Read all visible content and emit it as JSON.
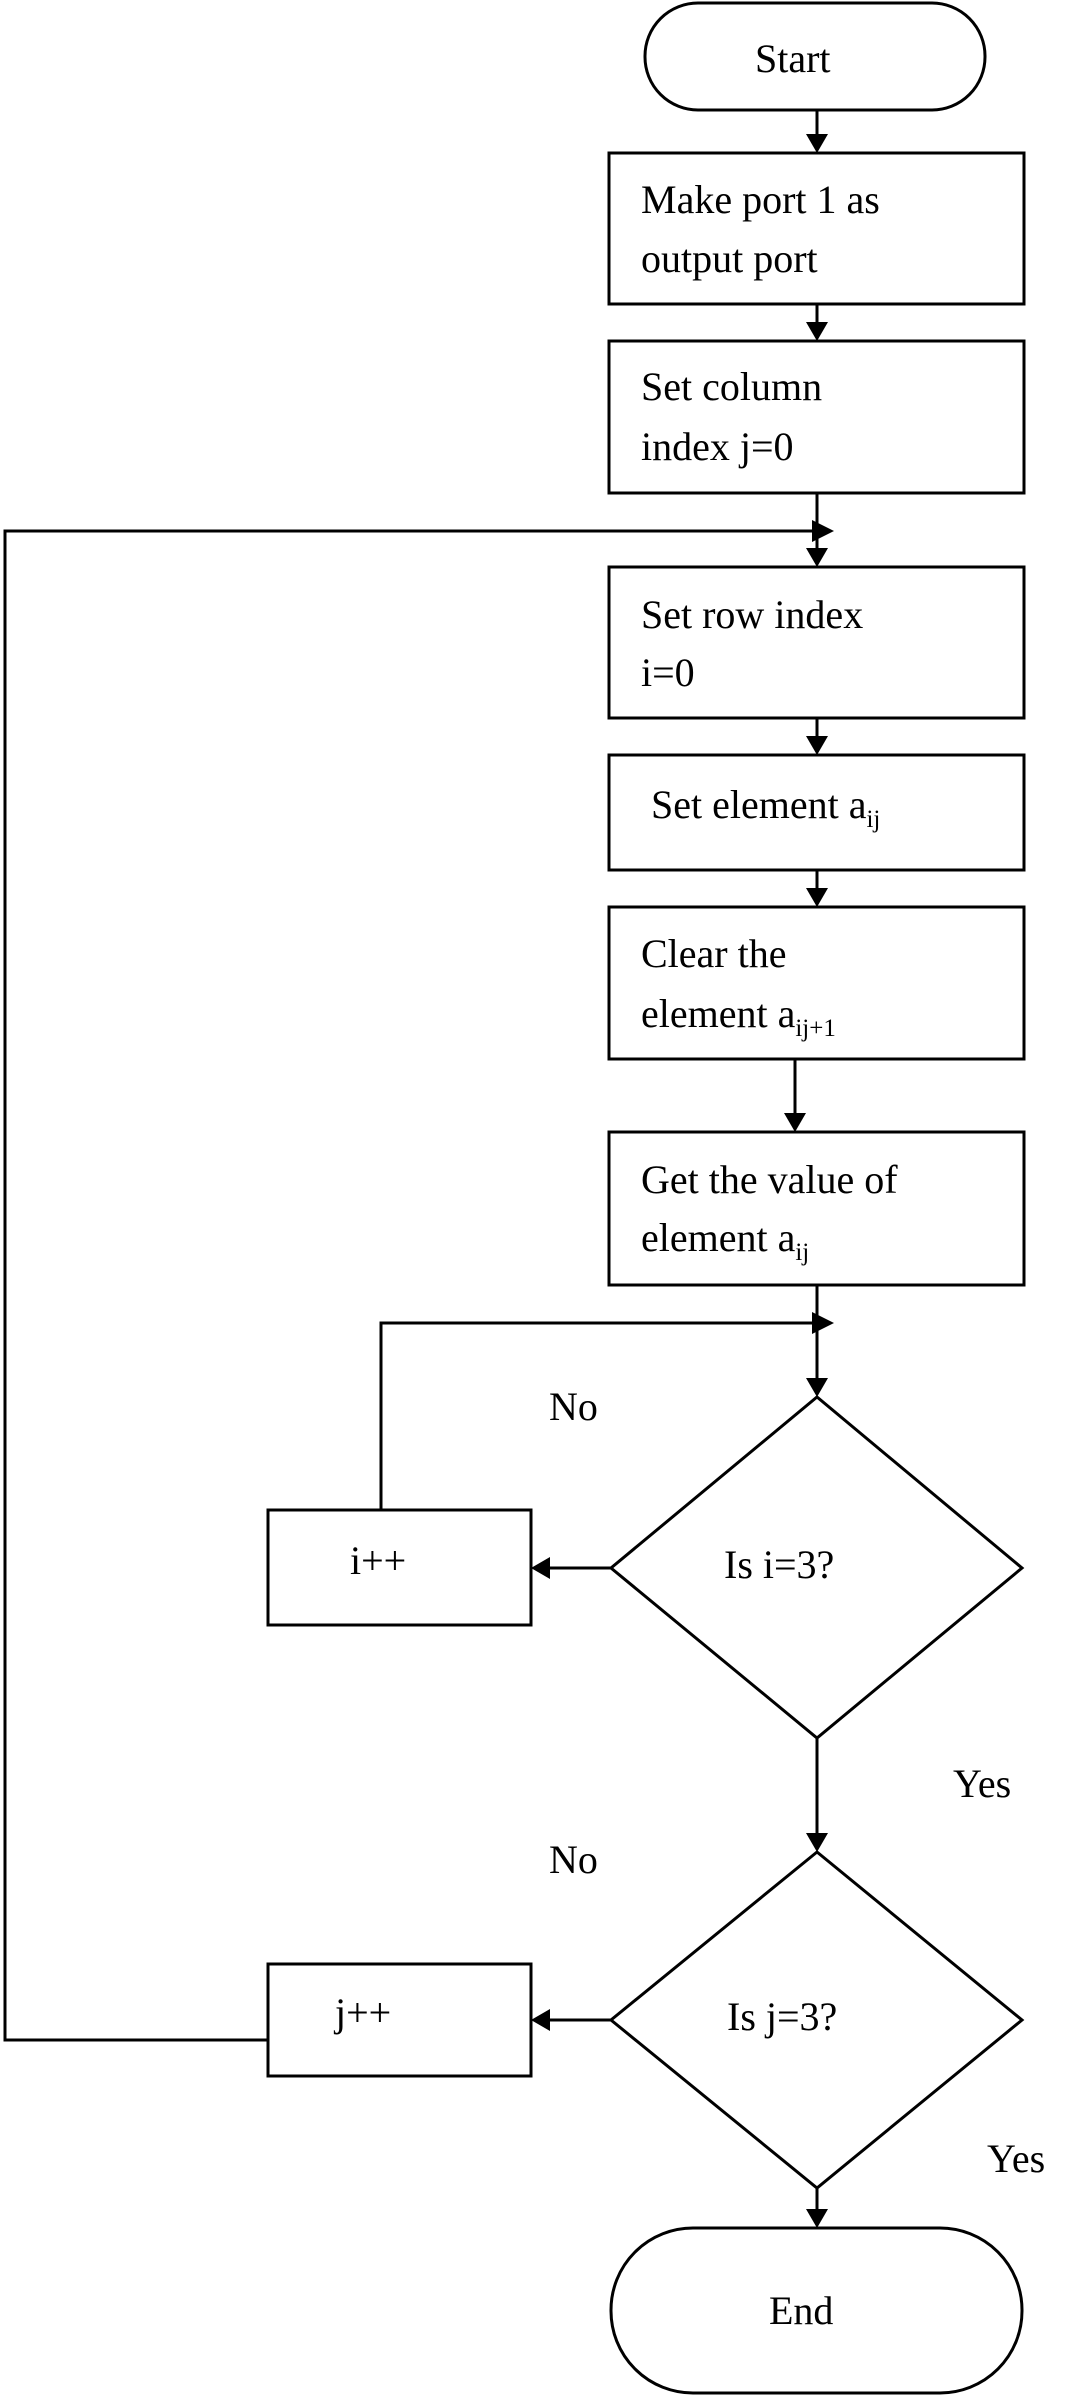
{
  "nodes": {
    "start": {
      "text": "Start"
    },
    "port": {
      "line1": "Make port 1 as",
      "line2": "output port"
    },
    "col": {
      "line1": "Set column",
      "line2": "index j=0"
    },
    "row": {
      "line1": "Set row index",
      "line2": "i=0"
    },
    "set_el": {
      "text": "Set element a",
      "sub": "ij"
    },
    "clear_el": {
      "line1": "Clear the",
      "line2": "element a",
      "sub": "ij+1"
    },
    "get_val": {
      "line1": "Get the value of",
      "line2": "element a",
      "sub": "ij"
    },
    "dec_i": {
      "text": "Is i=3?"
    },
    "inc_i": {
      "text": "i++"
    },
    "dec_j": {
      "text": "Is j=3?"
    },
    "inc_j": {
      "text": "j++"
    },
    "end": {
      "text": "End"
    }
  },
  "edge_labels": {
    "i_no": "No",
    "i_yes": "Yes",
    "j_no": "No",
    "j_yes": "Yes"
  }
}
